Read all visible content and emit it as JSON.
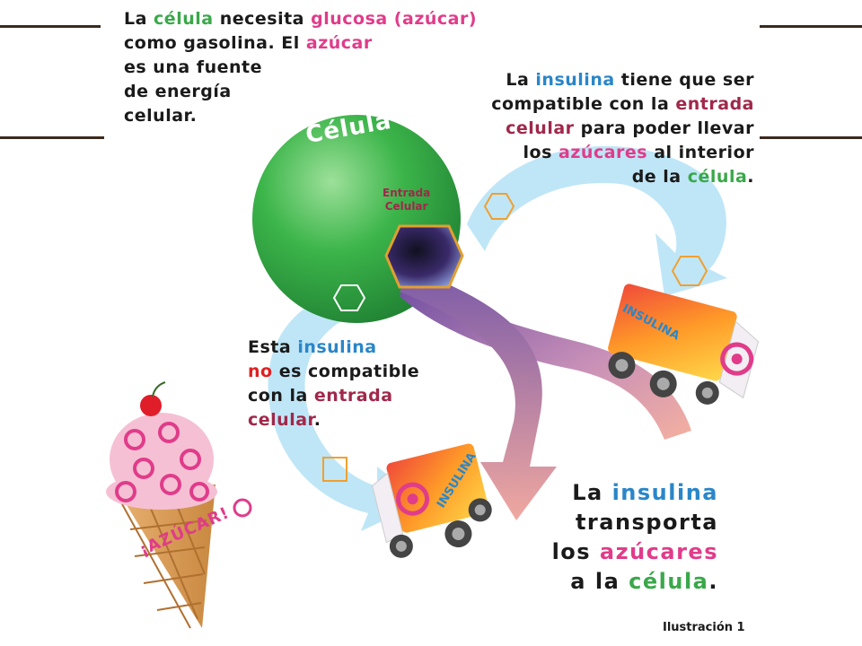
{
  "intro": {
    "line1": [
      "La ",
      "célula",
      " necesita ",
      "glucosa (azúcar)"
    ],
    "line2": [
      "como gasolina. El ",
      "azúcar"
    ],
    "line3": "es una fuente",
    "line4": "de energía",
    "line5": "celular."
  },
  "right_block": {
    "line1": [
      "La ",
      "insulina",
      " tiene que ser"
    ],
    "line2": [
      "compatible con la ",
      "entrada"
    ],
    "line3": [
      "celular",
      " para poder llevar"
    ],
    "line4": [
      "los ",
      "azúcares",
      " al interior"
    ],
    "line5": [
      "de la ",
      "célula",
      "."
    ]
  },
  "middle_block": {
    "line1": [
      "Esta ",
      "insulina"
    ],
    "line2": [
      "no",
      " es compatible"
    ],
    "line3": [
      "con la ",
      "entrada"
    ],
    "line4": [
      "celular",
      "."
    ]
  },
  "bottom_block": {
    "line1": [
      "La ",
      "insulina"
    ],
    "line2": "transporta",
    "line3": [
      "los ",
      "azúcares"
    ],
    "line4": [
      "a la ",
      "célula",
      "."
    ]
  },
  "cell_label": "Célula",
  "entry_label": [
    "Entrada",
    "Celular"
  ],
  "truck_label": "INSULINA",
  "icecream_label": "¡AZÚCAR!",
  "caption": "Ilustración 1",
  "colors": {
    "cell": "#3cb54a",
    "arrow": "#bfe6f7",
    "highlight_green": "#3aa84a",
    "highlight_pink": "#e03c8a",
    "highlight_blue": "#2a86c8",
    "highlight_maroon": "#a0284a",
    "highlight_red": "#e02020",
    "rule": "#3a2a1e"
  }
}
